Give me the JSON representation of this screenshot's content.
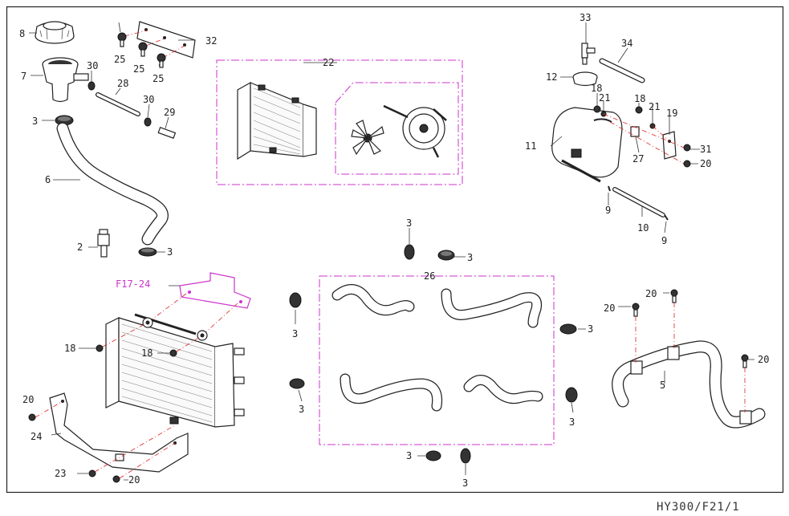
{
  "diagram_code": "HY300/F21/1",
  "group_labels": {
    "g22": "22",
    "g26": "26",
    "f1724": "F17-24"
  },
  "labels": {
    "p8": "8",
    "p7": "7",
    "p30a": "30",
    "p30b": "30",
    "p28": "28",
    "p29": "29",
    "p3a": "3",
    "p6": "6",
    "p2": "2",
    "p3b": "3",
    "p25a": "25",
    "p25b": "25",
    "p25c": "25",
    "p32": "32",
    "p33": "33",
    "p34": "34",
    "p12": "12",
    "p18a": "18",
    "p21a": "21",
    "p18b": "18",
    "p21b": "21",
    "p19": "19",
    "p11": "11",
    "p27": "27",
    "p31": "31",
    "p20a": "20",
    "p9a": "9",
    "p10": "10",
    "p9b": "9",
    "p3c": "3",
    "p3d": "3",
    "p3e": "3",
    "p3f": "3",
    "p3g": "3",
    "p3h": "3",
    "p3i": "3",
    "p3j": "3",
    "p18c": "18",
    "p18d": "18",
    "p20b": "20",
    "p24": "24",
    "p23": "23",
    "p20c": "20",
    "p20d": "20",
    "p20e": "20",
    "p5": "5",
    "p20f": "20"
  },
  "colors": {
    "frame": "#222222",
    "group_outline": "#cc33cc",
    "leader_red": "#dd2222"
  }
}
